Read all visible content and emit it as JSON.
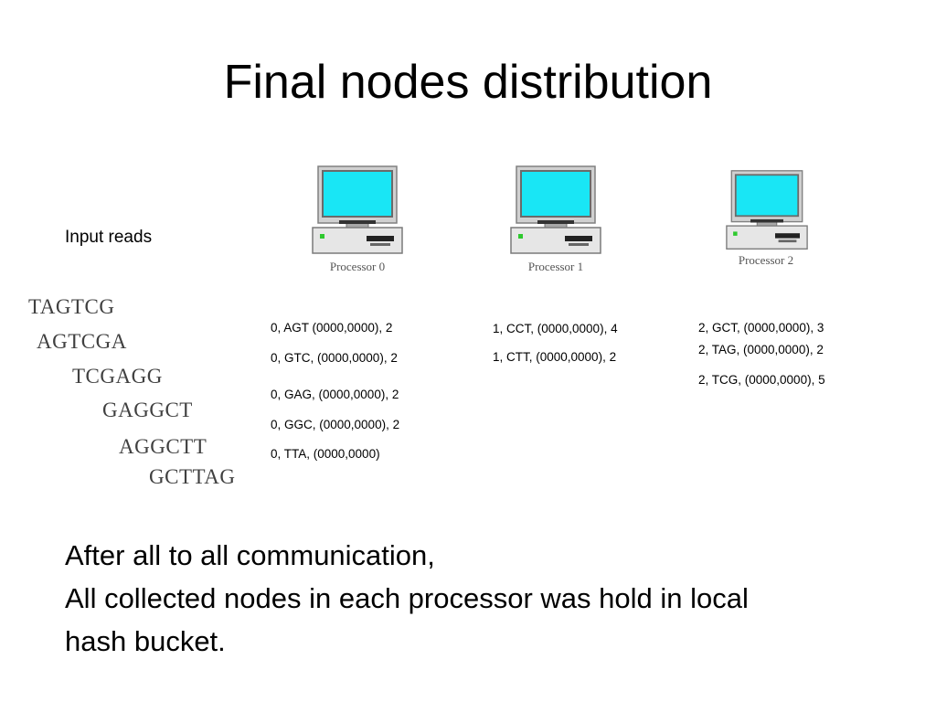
{
  "title": "Final nodes distribution",
  "input_label": "Input reads",
  "reads": [
    "TAGTCG",
    "AGTCGA",
    "TCGAGG",
    "GAGGCT",
    "AGGCTT",
    "GCTTAG"
  ],
  "processors": [
    {
      "label": "Processor 0",
      "entries": [
        "0, AGT  (0000,0000), 2",
        "0, GTC,  (0000,0000), 2",
        "0, GAG,  (0000,0000), 2",
        "0, GGC,  (0000,0000), 2",
        "0, TTA,  (0000,0000)"
      ]
    },
    {
      "label": "Processor 1",
      "entries": [
        "1, CCT,  (0000,0000), 4",
        "1, CTT,  (0000,0000), 2"
      ]
    },
    {
      "label": "Processor 2",
      "entries": [
        "2, GCT,  (0000,0000), 3",
        "2, TAG,  (0000,0000), 2",
        "2, TCG,  (0000,0000), 5"
      ]
    }
  ],
  "footer": [
    "After all to all communication,",
    "All collected nodes in each processor was hold in local",
    "hash bucket."
  ],
  "colors": {
    "screen": "#19e6f5",
    "monitor_frame": "#c8c8c8",
    "power_led": "#2ec92e"
  }
}
